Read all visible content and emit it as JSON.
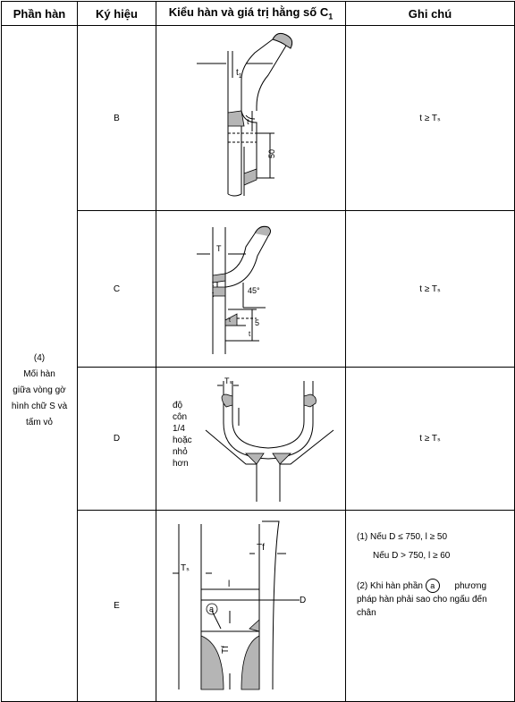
{
  "header": {
    "part": "Phần hàn",
    "symbol": "Ký hiệu",
    "weld_type_main": "Kiểu hàn và giá trị hằng số C",
    "weld_type_sub": "1",
    "note": "Ghi chú"
  },
  "part_cell": {
    "number": "(4)",
    "line1": "Mối hàn",
    "line2": "giữa vòng gờ",
    "line3": "hình chữ S và",
    "line4": "tấm vỏ"
  },
  "rows": [
    {
      "symbol": "B",
      "note": "t ≥ Tₛ",
      "fig_labels": {
        "t1_main": "t",
        "t1_sub": "1",
        "t": "t",
        "dim": "50"
      }
    },
    {
      "symbol": "C",
      "note": "t ≥ Tₛ",
      "fig_labels": {
        "T": "T",
        "t_a": "t",
        "t_b": "t",
        "angle": "45°",
        "t_c": "t",
        "dim": "5",
        "t_d": "t"
      }
    },
    {
      "symbol": "D",
      "note": "t ≥ Tₛ",
      "fig_labels": {
        "Ts": "Tₛ",
        "taper_1": "độ",
        "taper_2": "côn",
        "taper_3": "1/4",
        "taper_4": "hoặc",
        "taper_5": "nhỏ",
        "taper_6": "hơn"
      }
    },
    {
      "symbol": "E",
      "notes": {
        "n1_line1": "(1)  Nếu D ≤ 750, l ≥ 50",
        "n1_line2": "Nếu D > 750, l ≥ 60",
        "n2_pre": "(2) Khi hàn phần",
        "n2_circle": "a",
        "n2_post": "phương",
        "n2_line2": "pháp hàn phải sao cho ngấu đến",
        "n2_line3": "chân"
      },
      "fig_labels": {
        "Tf_top": "Tf",
        "Ts": "Tₛ",
        "l": "l",
        "D": "D",
        "a": "a",
        "Tf_vert": "Tf"
      }
    }
  ],
  "colors": {
    "border": "#000000",
    "weld_fill": "#b5b5b5",
    "background": "#ffffff"
  }
}
